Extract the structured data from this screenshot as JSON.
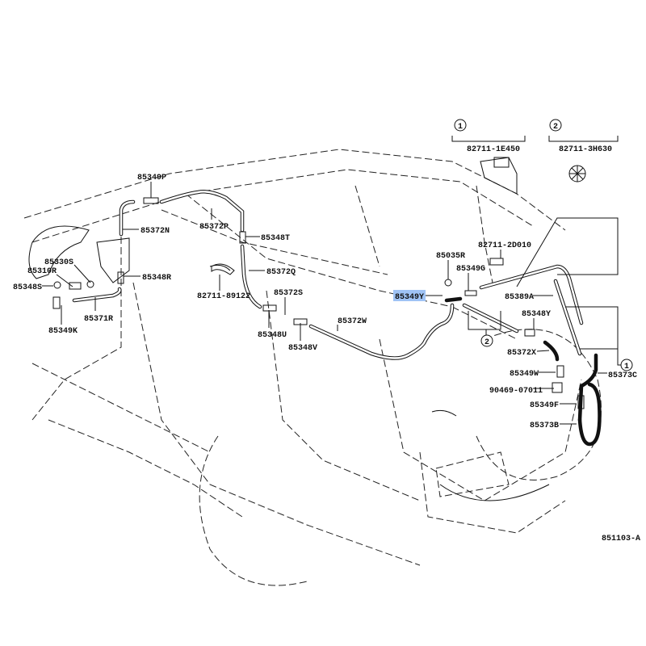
{
  "diagram_code": "851103-A",
  "highlight_color": "#9fc3f5",
  "callout_1": "1",
  "callout_2": "2",
  "legend": [
    {
      "callout": "1",
      "part": "82711-1E450"
    },
    {
      "callout": "2",
      "part": "82711-3H630"
    }
  ],
  "parts": {
    "p85349P": "85349P",
    "p85372N": "85372N",
    "p85372P": "85372P",
    "p85348T": "85348T",
    "p85330S": "85330S",
    "p85310R": "85310R",
    "p85348S": "85348S",
    "p85348R": "85348R",
    "p85371R": "85371R",
    "p85349K": "85349K",
    "p82711_89122": "82711-89122",
    "p85372Q": "85372Q",
    "p85372S": "85372S",
    "p85348U": "85348U",
    "p85348V": "85348V",
    "p85372W": "85372W",
    "p85035R": "85035R",
    "p85349G": "85349G",
    "p85349Y": "85349Y",
    "p82711_2D010": "82711-2D010",
    "p85389A": "85389A",
    "p85348Y": "85348Y",
    "p85372X": "85372X",
    "p85349W": "85349W",
    "p90469_07011": "90469-07011",
    "p85349F": "85349F",
    "p85373B": "85373B",
    "p85373C": "85373C"
  }
}
